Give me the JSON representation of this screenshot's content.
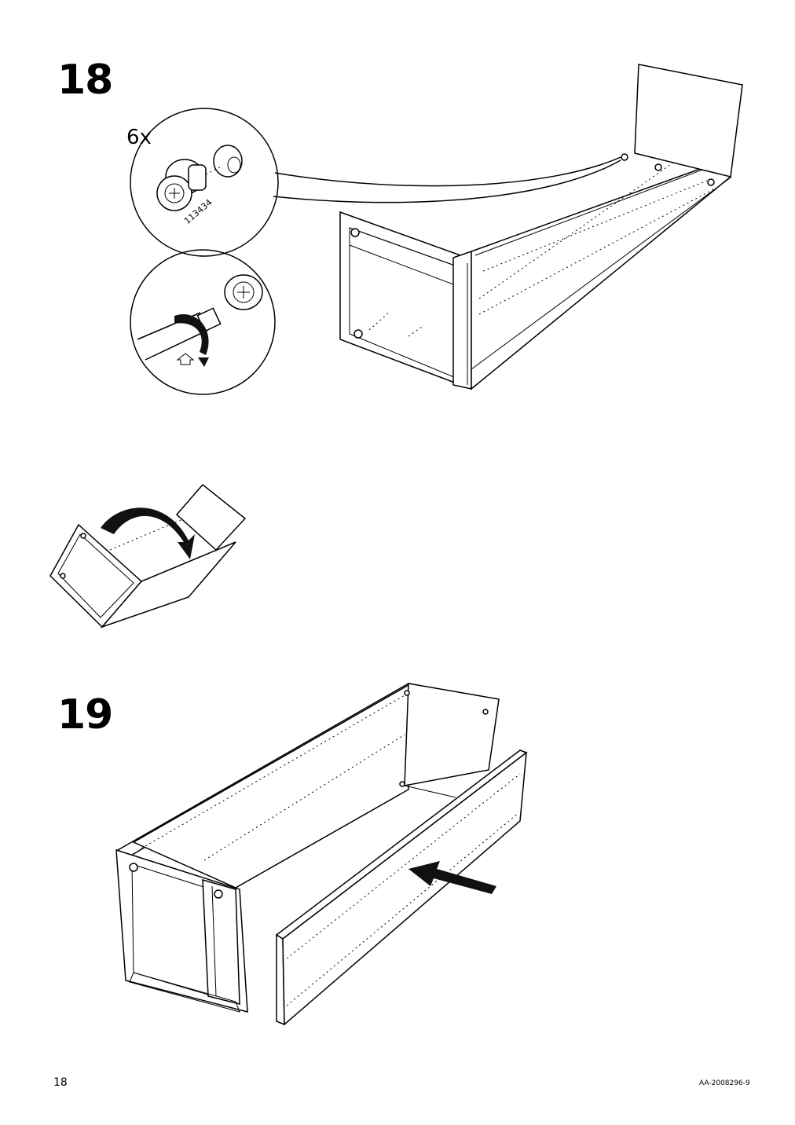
{
  "steps": [
    {
      "number": "18",
      "quantity": "6x",
      "part_number": "113434"
    },
    {
      "number": "19"
    }
  ],
  "footer": {
    "page_number": "18",
    "document_code": "AA-2008296-9"
  },
  "icons": [
    "cam-lock-fitting-icon",
    "screwdriver-rotate-icon",
    "flip-over-arrow-icon",
    "push-direction-arrow-icon"
  ]
}
